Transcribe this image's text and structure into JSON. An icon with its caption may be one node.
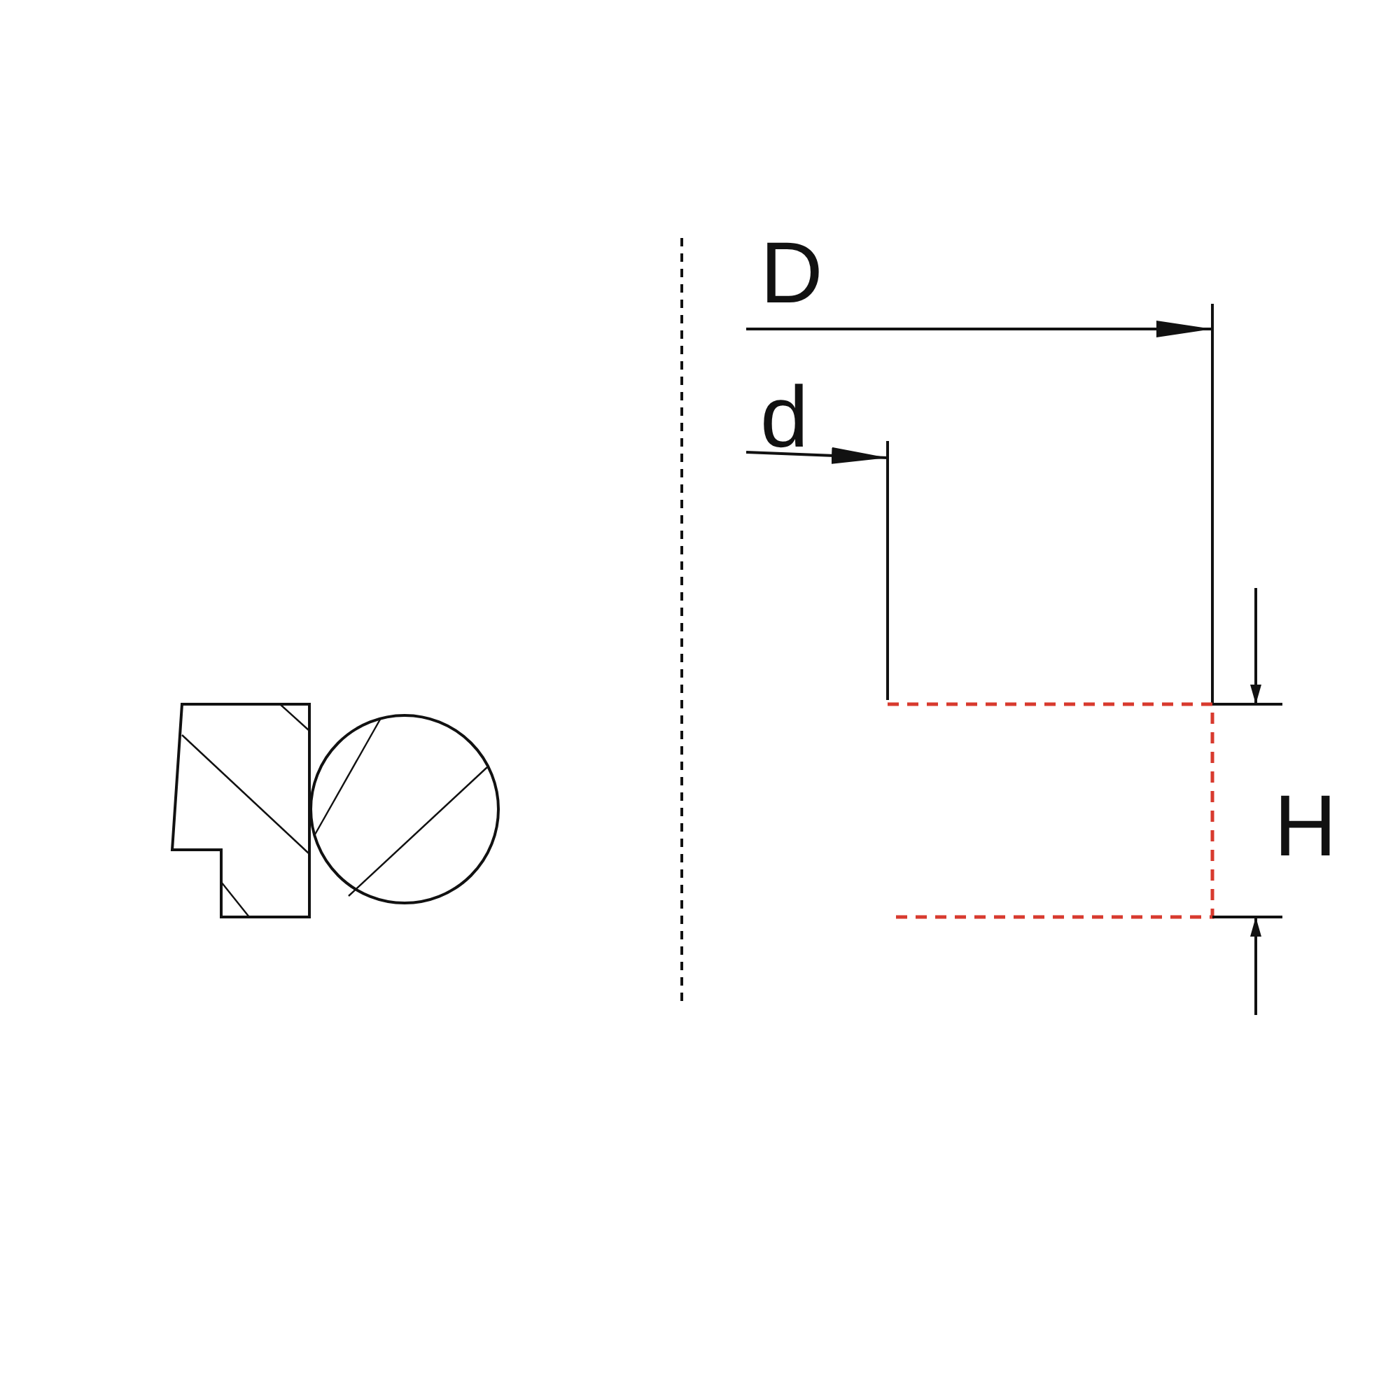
{
  "diagram": {
    "labels": [
      "D",
      "d",
      "H"
    ]
  }
}
